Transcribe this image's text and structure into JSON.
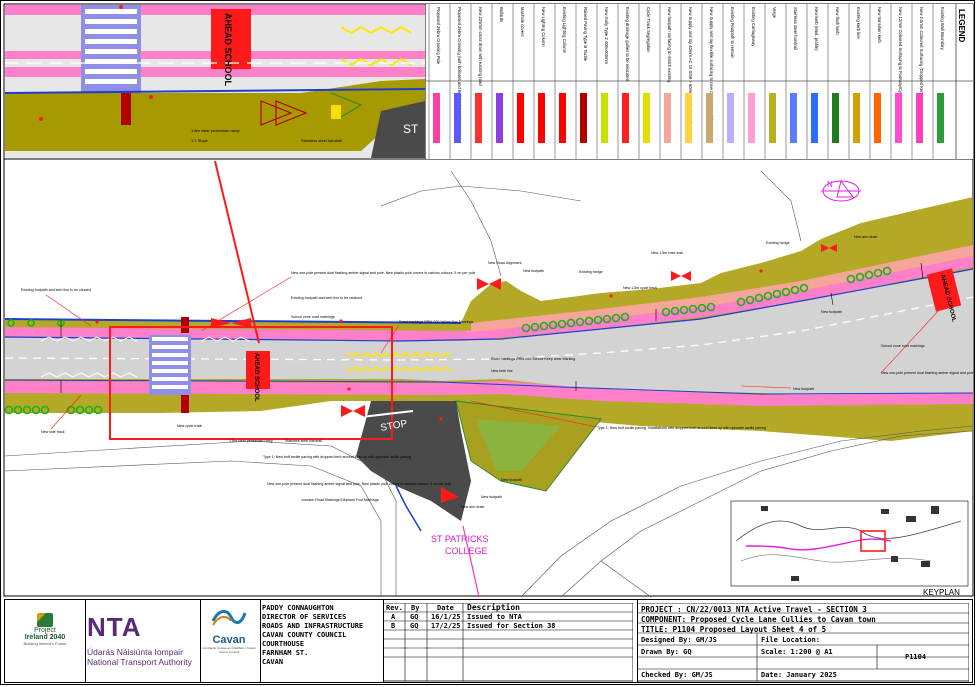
{
  "legend": {
    "title": "LEGEND",
    "items": [
      {
        "label": "Existing Wall Boundary",
        "color": "#2a9d3a"
      },
      {
        "label": "New 2.0mm Coloured Surfacing (Dropped Kerb)",
        "color": "#ff3fbf"
      },
      {
        "label": "New 12mm Coloured Surfacing to Footway/Cycleway",
        "color": "#ff4fd0"
      },
      {
        "label": "New transition kerb",
        "color": "#ff6600"
      },
      {
        "label": "Existing kerb line",
        "color": "#d4a000"
      },
      {
        "label": "New flush kerb",
        "color": "#1e7b1e"
      },
      {
        "label": "New kerb (Mod. profile)",
        "color": "#2d6bff"
      },
      {
        "label": "Stainless steel handrail",
        "color": "#5a7dff"
      },
      {
        "label": "Verge",
        "color": "#b5b31e"
      },
      {
        "label": "Existing Carriageway",
        "color": "#ff9dd8"
      },
      {
        "label": "Existing Footpath to remain",
        "color": "#b8b0ff"
      },
      {
        "label": "New Supply and lay flexible surfacing to new Cycleway and footway",
        "color": "#c9a96b"
      },
      {
        "label": "New Supply and lay 40mm AC 10 SDB + 60mm AC 20 dense base",
        "color": "#ffd23f"
      },
      {
        "label": "New footpath surfacing to match existing",
        "color": "#f7a49b"
      },
      {
        "label": "Cycle Track Segregation",
        "color": "#e0e000"
      },
      {
        "label": "Existing drainage gullies to be relocated",
        "color": "#ff2020"
      },
      {
        "label": "New Gully Type 2 400x400mm",
        "color": "#c7e000"
      },
      {
        "label": "Raised Paving Type B Tactile",
        "color": "#b00000"
      },
      {
        "label": "Existing Lighting Column",
        "color": "#ff0000"
      },
      {
        "label": "New Lighting Column",
        "color": "#ff0000"
      },
      {
        "label": "Manhole covers",
        "color": "#ff0000"
      },
      {
        "label": "Bollards",
        "color": "#8e3fe0"
      },
      {
        "label": "New 225mm cross drain with existing road",
        "color": "#ff3030"
      },
      {
        "label": "Proposed Zebra Crossing (with bollards and Belisha beacon)",
        "color": "#5a5aff"
      },
      {
        "label": "Proposed Zebra Crossing Pole",
        "color": "#ff3fa0"
      }
    ]
  },
  "map_labels": {
    "ahead_school_top": "AHEAD SCHOOL",
    "ahead_school_mid": "AHEAD SCHOOL",
    "ahead_school_right": "AHEAD SCHOOL",
    "stop": "STOP",
    "st_top": "ST",
    "college_line1": "ST PATRICKS",
    "college_line2": "COLLEGE",
    "keyplan": "KEYPLAN",
    "north_symbol": "N",
    "ann_01": "Existing footpath and kerb line to be cleared",
    "ann_02": "New side track",
    "ann_03": "New one-pole present dual flashing amber signal and pole. New plastic pole covers in various colours. 5 on per pole",
    "ann_04": "Existing footpath and kerb line to be retained",
    "ann_05": "School zone road markings",
    "ann_06": "Road markings RRM 020 Yellow Box Markings",
    "ann_07": "New Road Alignment",
    "ann_08": "New footpath",
    "ann_09": "New 1.5m road side",
    "ann_10": "Existing hedge",
    "ann_11": "New 1.5m cycle track",
    "ann_12": "New one-pole present dual flashing amber signal and pole",
    "ann_13": "School zone road markings",
    "ann_14": "New footpath",
    "ann_15": "New footpath",
    "ann_16": "Type 1: New buff tactile paving. Installations with dropped kerb around lines up with opposite tactile paving",
    "ann_17": "Road markings RRM 020 School Keep clear Marking",
    "ann_18": "New kerb line",
    "ann_19": "New footpath",
    "ann_20": "New cycle track",
    "ann_21": "1.8m clear pedestrian ramp",
    "ann_22": "Stainless steel handrail",
    "ann_23": "Type 1: New buff tactile paving with dropped kerb around lines up with opposite tactile paving",
    "ann_24": "Junction Road Markings Elephant Foot Markings",
    "ann_25": "New one-pole present dual flashing amber signal and pole. New plastic pole covers in various colours. 5 on per pole",
    "ann_26": "New arm drain",
    "ann_27": "New arm drain",
    "ann_28": "New footpath",
    "inset_ramp": "1.8m clear pedestrian ramp",
    "inset_slope": "1:7 Slope",
    "inset_handrail": "Stainless steel handrail"
  },
  "logos": {
    "pi_line1": "Project",
    "pi_line2": "Ireland 2040",
    "pi_line3": "Building Ireland's Future",
    "nta_main": "NTA",
    "nta_irish": "Údarás Náisiúnta Iompair",
    "nta_english": "National Transport Authority",
    "cavan_name": "Cavan",
    "cavan_sub": "Comhairle Contae an Chabháin / Cavan County Council"
  },
  "council": {
    "line1": "PADDY CONNAUGHTON",
    "line2": "DIRECTOR OF SERVICES",
    "line3": "ROADS AND INFRASTRUCTURE",
    "line4": "CAVAN COUNTY COUNCIL",
    "line5": "COURTHOUSE",
    "line6": "FARNHAM ST.",
    "line7": "CAVAN"
  },
  "revisions": {
    "headers": [
      "Rev.",
      "By",
      "Date",
      "Description"
    ],
    "rows": [
      [
        "A",
        "GQ",
        "16/1/25",
        "Issued to NTA"
      ],
      [
        "B",
        "GQ",
        "17/2/25",
        "Issued for Section 38"
      ]
    ]
  },
  "titleblock": {
    "project": "PROJECT : CN/22/0013 NTA Active Travel - SECTION 3",
    "component": "COMPONENT: Proposed Cycle Lane Cullies to Cavan town",
    "title": "TITLE:  P1104 Proposed Layout Sheet 4 of 5",
    "designed": "Designed By: GM/JS",
    "file_location": "File Location:",
    "drawn": "Drawn By: GQ",
    "scale": "Scale:   1:200 @ A1",
    "drawing_no": "P1104",
    "checked": "Checked By: GM/JS",
    "date": "Date:    January 2025"
  }
}
